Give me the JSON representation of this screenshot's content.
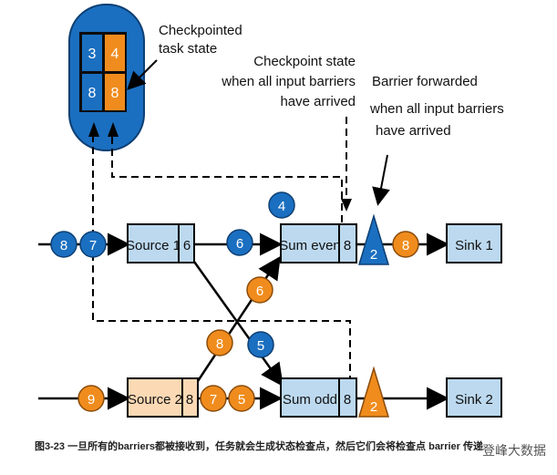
{
  "diagram": {
    "storage": {
      "label_line1": "Checkpointed",
      "label_line2": "task state",
      "cells": [
        "3",
        "4",
        "8",
        "8"
      ]
    },
    "annotations": {
      "checkpoint_state": [
        "Checkpoint state",
        "when all input barriers",
        "have arrived"
      ],
      "barrier_forwarded": [
        "Barrier forwarded",
        "when all input barriers",
        "have arrived"
      ]
    },
    "tasks": {
      "source1": {
        "name": "Source 1",
        "state": "6"
      },
      "source2": {
        "name": "Source 2",
        "state": "8"
      },
      "sum_even": {
        "name": "Sum even",
        "state": "8"
      },
      "sum_odd": {
        "name": "Sum odd",
        "state": "8"
      },
      "sink1": {
        "name": "Sink 1"
      },
      "sink2": {
        "name": "Sink 2"
      }
    },
    "records": {
      "in1_a": "8",
      "in1_b": "7",
      "in2": "9",
      "s1_to_even": "6",
      "even_pending": "4",
      "cross_even": "6",
      "cross_odd": "8",
      "cross_5": "5",
      "s2_out_a": "7",
      "s2_out_b": "5",
      "even_out": "8"
    },
    "barriers": {
      "top": "2",
      "bottom": "2"
    }
  },
  "caption": "图3-23 一旦所有的barriers都被接收到，任务就会生成状态检查点，然后它们会将检查点 barrier 传递",
  "watermark": "登峰大数据",
  "colors": {
    "record_blue": "#1b6fc0",
    "record_orange": "#f08c1d",
    "task_blue": "#bcd9ef",
    "task_peach": "#fbd9b4",
    "storage_blue": "#1b6fc0"
  }
}
